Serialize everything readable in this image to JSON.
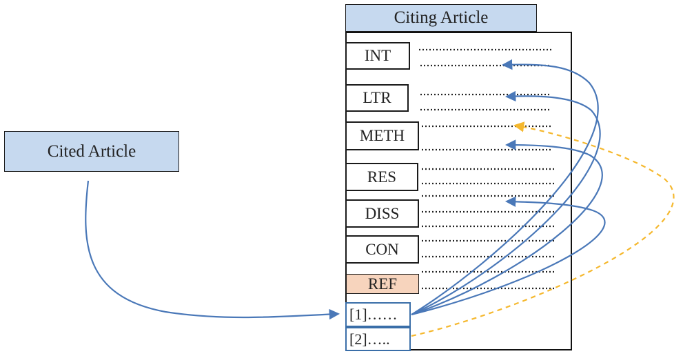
{
  "cited_article": {
    "label": "Cited Article"
  },
  "citing_article": {
    "header": "Citing Article",
    "sections": [
      {
        "id": "int",
        "label": "INT"
      },
      {
        "id": "ltr",
        "label": "LTR"
      },
      {
        "id": "meth",
        "label": "METH"
      },
      {
        "id": "res",
        "label": "RES"
      },
      {
        "id": "diss",
        "label": "DISS"
      },
      {
        "id": "con",
        "label": "CON"
      },
      {
        "id": "ref",
        "label": "REF"
      }
    ],
    "references": [
      {
        "id": "ref1",
        "text": "[1]……"
      },
      {
        "id": "ref2",
        "text": "[2]….."
      }
    ]
  },
  "colors": {
    "box_fill": "#c6d9ef",
    "ref_fill": "#f7d4bd",
    "citation_arrow": "#4a78b8",
    "secondary_arrow": "#f5b82e"
  }
}
